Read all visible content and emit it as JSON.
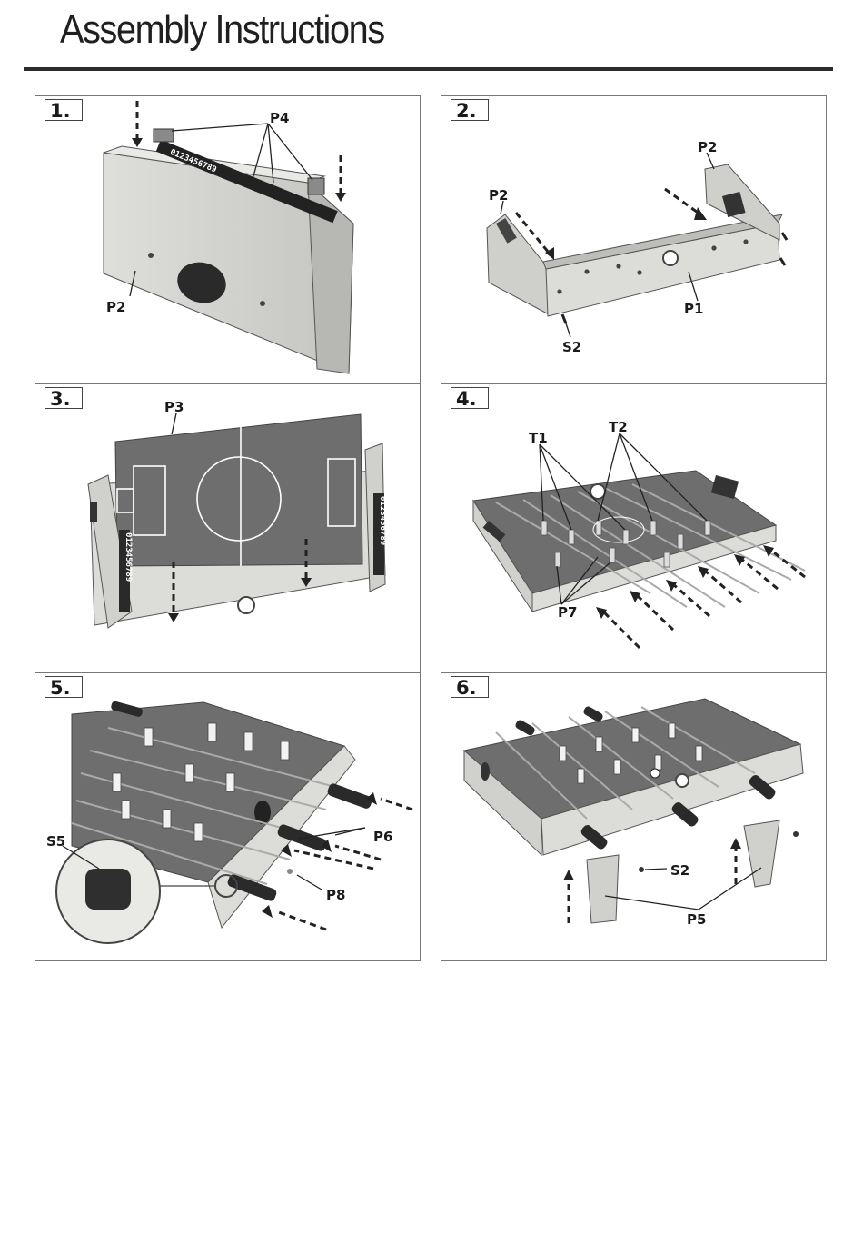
{
  "page": {
    "title": "Assembly Instructions"
  },
  "steps": [
    {
      "number": "1.",
      "labels": [
        "P4",
        "P2"
      ],
      "scoreboard": "0123456789"
    },
    {
      "number": "2.",
      "labels": [
        "P2",
        "P2",
        "P1",
        "S2"
      ]
    },
    {
      "number": "3.",
      "labels": [
        "P3"
      ],
      "scoreboard": "0123456789"
    },
    {
      "number": "4.",
      "labels": [
        "T1",
        "T2",
        "P7"
      ]
    },
    {
      "number": "5.",
      "labels": [
        "S5",
        "P6",
        "P8"
      ]
    },
    {
      "number": "6.",
      "labels": [
        "S2",
        "P5"
      ]
    }
  ],
  "colors": {
    "wood": "#d9d9d6",
    "wood_dark": "#a9a9a6",
    "field": "#6e6e6e",
    "ink": "#1a1a1a"
  }
}
